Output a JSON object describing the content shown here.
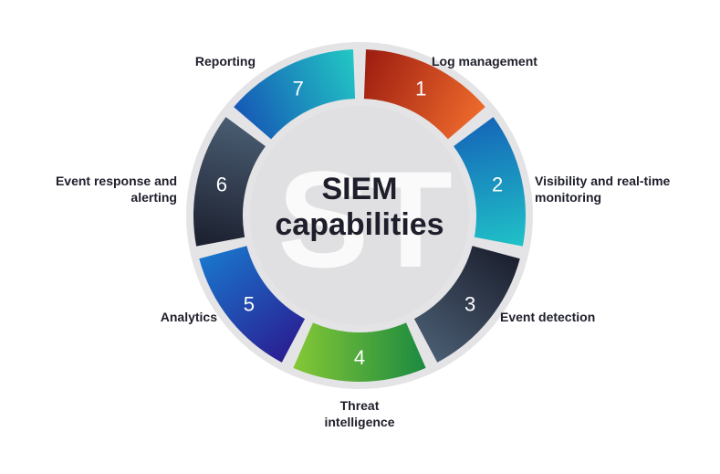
{
  "title_line1": "SIEM",
  "title_line2": "capabilities",
  "watermark": "ST",
  "colors": {
    "ring_bg": "#e4e4e6",
    "inner_circle": "#e0e0e2",
    "title": "#1e1f2b",
    "number": "#ffffff",
    "label": "#1e1f2b"
  },
  "segments": [
    {
      "number": "1",
      "label": "Log management",
      "grad": [
        "#9c1c10",
        "#ee6a2c"
      ]
    },
    {
      "number": "2",
      "label": "Visibility and real-time monitoring",
      "grad": [
        "#1566b8",
        "#20c2c8"
      ]
    },
    {
      "number": "3",
      "label": "Event detection",
      "grad": [
        "#1b1f2e",
        "#4a5d72"
      ]
    },
    {
      "number": "4",
      "label": "Threat intelligence",
      "grad": [
        "#1b8a40",
        "#85c836"
      ]
    },
    {
      "number": "5",
      "label": "Analytics",
      "grad": [
        "#2a1e92",
        "#1976cc"
      ]
    },
    {
      "number": "6",
      "label": "Event response and alerting",
      "grad": [
        "#1b1f2e",
        "#4a5d72"
      ]
    },
    {
      "number": "7",
      "label": "Reporting",
      "grad": [
        "#1658b6",
        "#22c8c4"
      ]
    }
  ]
}
